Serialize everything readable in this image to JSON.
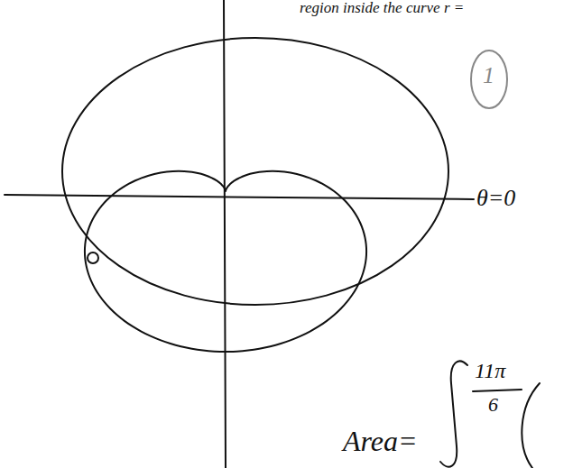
{
  "diagram": {
    "labels": [
      "region inside the curve r =",
      "θ=0",
      "1",
      "11π",
      "6",
      "Area="
    ]
  }
}
